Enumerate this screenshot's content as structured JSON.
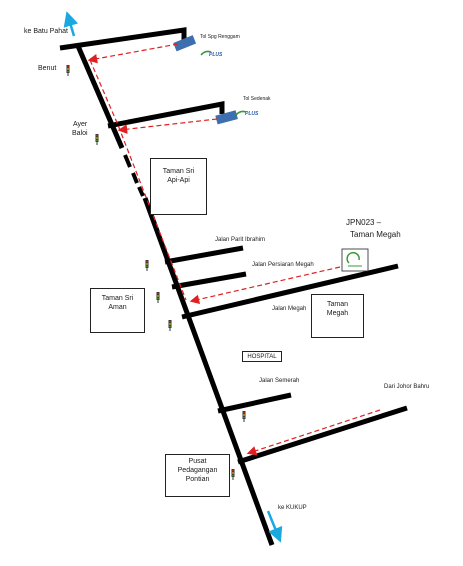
{
  "labels": {
    "batu_pahat": "ke Batu Pahat",
    "benut": "Benut",
    "ayer_baloi_1": "Ayer",
    "ayer_baloi_2": "Baloi",
    "tol_spg_renggam": "Tol Spg Renggam",
    "tol_sedenak": "Tol Sedenak",
    "plus_1": "PLUS",
    "plus_2": "PLUS",
    "jalan_parit_ibrahim": "Jalan Parit Ibrahim",
    "jalan_persiaran_megah": "Jalan Persiaran Megah",
    "jalan_megah": "Jalan  Megah",
    "jalan_semerah": "Jalan  Semerah",
    "dari_johor_bahru": "Dari Johor Bahru",
    "jpn_1": "JPN023 –",
    "jpn_2": "Taman  Megah",
    "ke_kukup": "ke KUKUP"
  },
  "boxes": {
    "sri_api_api": [
      "Taman Sri",
      "Api-Api"
    ],
    "sri_aman": [
      "Taman Sri",
      "Aman"
    ],
    "taman_megah": [
      "Taman",
      "Megah"
    ],
    "hospital": [
      "HOSPITAL"
    ],
    "pusat": [
      "Pusat",
      "Pedagangan",
      "Pontian"
    ]
  },
  "colors": {
    "road": "#000000",
    "route": "#e02020",
    "arrow": "#19a9e0",
    "toll": "#3d6fb0",
    "hospital": "#e02020",
    "plus_green": "#3a9a3a"
  },
  "icons": [
    "traffic-light-icon",
    "toll-booth-icon",
    "hospital-crescent-icon",
    "plus-logo",
    "jpn-logo",
    "direction-arrow-icon"
  ]
}
